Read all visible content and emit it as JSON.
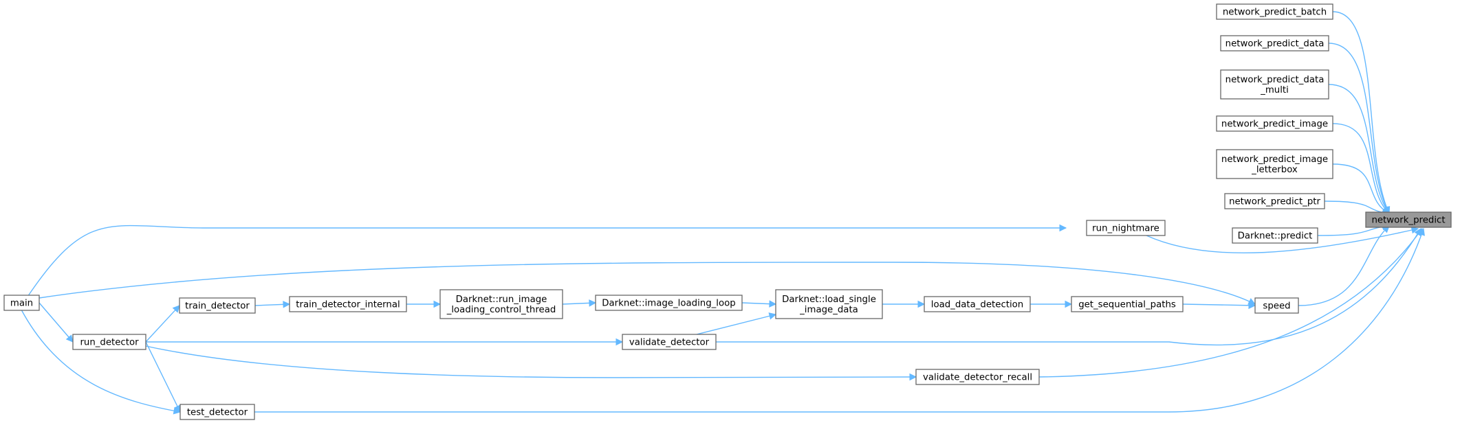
{
  "graph": {
    "edge_color": "#63b8ff",
    "root_fill": "#999999",
    "nodes": [
      {
        "id": "network_predict",
        "lines": [
          "network_predict"
        ],
        "root": true
      },
      {
        "id": "network_predict_batch",
        "lines": [
          "network_predict_batch"
        ]
      },
      {
        "id": "network_predict_data",
        "lines": [
          "network_predict_data"
        ]
      },
      {
        "id": "network_predict_data_multi",
        "lines": [
          "network_predict_data",
          "_multi"
        ]
      },
      {
        "id": "network_predict_image",
        "lines": [
          "network_predict_image"
        ]
      },
      {
        "id": "network_predict_image_letterbox",
        "lines": [
          "network_predict_image",
          "_letterbox"
        ]
      },
      {
        "id": "network_predict_ptr",
        "lines": [
          "network_predict_ptr"
        ]
      },
      {
        "id": "darknet_predict",
        "lines": [
          "Darknet::predict"
        ]
      },
      {
        "id": "run_nightmare",
        "lines": [
          "run_nightmare"
        ]
      },
      {
        "id": "speed",
        "lines": [
          "speed"
        ]
      },
      {
        "id": "validate_detector",
        "lines": [
          "validate_detector"
        ]
      },
      {
        "id": "validate_detector_recall",
        "lines": [
          "validate_detector_recall"
        ]
      },
      {
        "id": "test_detector",
        "lines": [
          "test_detector"
        ]
      },
      {
        "id": "main",
        "lines": [
          "main"
        ]
      },
      {
        "id": "get_sequential_paths",
        "lines": [
          "get_sequential_paths"
        ]
      },
      {
        "id": "load_data_detection",
        "lines": [
          "load_data_detection"
        ]
      },
      {
        "id": "darknet_load_single_image_data",
        "lines": [
          "Darknet::load_single",
          "_image_data"
        ]
      },
      {
        "id": "darknet_image_loading_loop",
        "lines": [
          "Darknet::image_loading_loop"
        ]
      },
      {
        "id": "darknet_run_image_loading_control_thread",
        "lines": [
          "Darknet::run_image",
          "_loading_control_thread"
        ]
      },
      {
        "id": "train_detector_internal",
        "lines": [
          "train_detector_internal"
        ]
      },
      {
        "id": "train_detector",
        "lines": [
          "train_detector"
        ]
      },
      {
        "id": "run_detector",
        "lines": [
          "run_detector"
        ]
      }
    ],
    "edges": [
      {
        "from": "network_predict_batch",
        "to": "network_predict"
      },
      {
        "from": "network_predict_data",
        "to": "network_predict"
      },
      {
        "from": "network_predict_data_multi",
        "to": "network_predict"
      },
      {
        "from": "network_predict_image",
        "to": "network_predict"
      },
      {
        "from": "network_predict_image_letterbox",
        "to": "network_predict"
      },
      {
        "from": "network_predict_ptr",
        "to": "network_predict"
      },
      {
        "from": "darknet_predict",
        "to": "network_predict"
      },
      {
        "from": "run_nightmare",
        "to": "network_predict"
      },
      {
        "from": "speed",
        "to": "network_predict"
      },
      {
        "from": "validate_detector",
        "to": "network_predict"
      },
      {
        "from": "validate_detector_recall",
        "to": "network_predict"
      },
      {
        "from": "test_detector",
        "to": "network_predict"
      },
      {
        "from": "main",
        "to": "run_nightmare"
      },
      {
        "from": "main",
        "to": "speed"
      },
      {
        "from": "get_sequential_paths",
        "to": "speed"
      },
      {
        "from": "load_data_detection",
        "to": "get_sequential_paths"
      },
      {
        "from": "darknet_load_single_image_data",
        "to": "load_data_detection"
      },
      {
        "from": "darknet_image_loading_loop",
        "to": "darknet_load_single_image_data"
      },
      {
        "from": "validate_detector",
        "to": "darknet_load_single_image_data"
      },
      {
        "from": "darknet_run_image_loading_control_thread",
        "to": "darknet_image_loading_loop"
      },
      {
        "from": "train_detector_internal",
        "to": "darknet_run_image_loading_control_thread"
      },
      {
        "from": "train_detector",
        "to": "train_detector_internal"
      },
      {
        "from": "run_detector",
        "to": "train_detector"
      },
      {
        "from": "run_detector",
        "to": "validate_detector"
      },
      {
        "from": "run_detector",
        "to": "validate_detector_recall"
      },
      {
        "from": "run_detector",
        "to": "test_detector"
      },
      {
        "from": "main",
        "to": "run_detector"
      },
      {
        "from": "main",
        "to": "test_detector"
      }
    ]
  }
}
